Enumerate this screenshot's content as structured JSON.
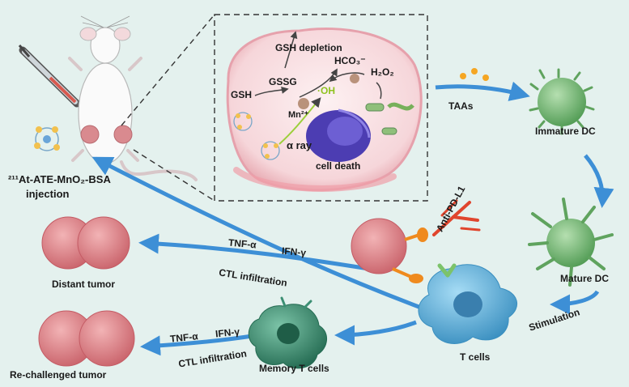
{
  "mouse": {
    "agent_label": "²¹¹At-ATE-MnO₂-BSA",
    "injection_label": "injection"
  },
  "inset": {
    "gsh_depletion": "GSH depletion",
    "gsh": "GSH",
    "gssg": "GSSG",
    "hco3": "HCO₃⁻",
    "h2o2": "H₂O₂",
    "oh": "·OH",
    "mn2": "Mn²⁺",
    "alpha_ray": "α ray",
    "cell_death": "cell death"
  },
  "pathway": {
    "taas": "TAAs",
    "immature_dc": "Immature DC",
    "mature_dc": "Mature DC",
    "stimulation": "Stimulation",
    "t_cells": "T cells",
    "anti_pdl1": "Anti-PD-L1",
    "memory_t_cells": "Memory T cells"
  },
  "distant": {
    "tnf": "TNF-α",
    "ifn": "IFN-γ",
    "ctl": "CTL infiltration",
    "label": "Distant tumor"
  },
  "rechallenge": {
    "tnf": "TNF-α",
    "ifn": "IFN-γ",
    "ctl": "CTL infiltration",
    "label": "Re-challenged tumor"
  },
  "colors": {
    "background": "#e4f1ee",
    "arrow_blue": "#3d8fd6",
    "tumor_pink": "#d9797f",
    "dc_green": "#74b872",
    "t_cell_blue": "#5fb3dc",
    "memory_green": "#3c8f73",
    "nucleus_purple": "#4c3db2",
    "antibody_red": "#e0452d",
    "receptor_orange": "#ef8a1e"
  },
  "icons": [
    "syringe-icon",
    "mouse-icon",
    "nanoparticle-icon",
    "tumor-cell-icon",
    "dendritic-cell-icon",
    "t-cell-icon",
    "antibody-icon"
  ]
}
